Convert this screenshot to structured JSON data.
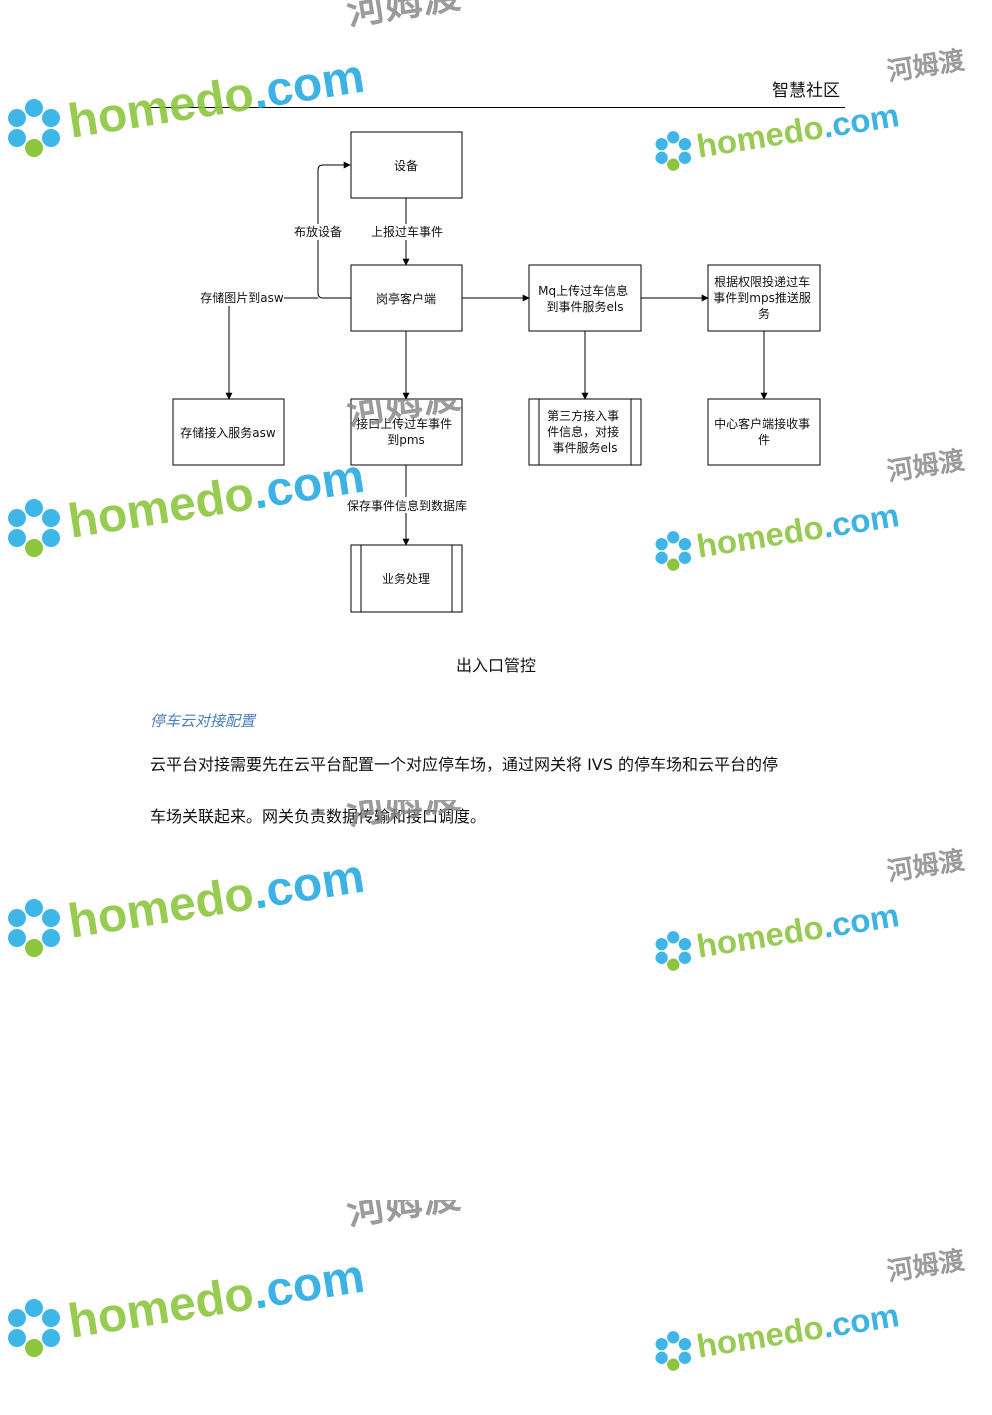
{
  "header": {
    "title": "智慧社区"
  },
  "watermark": {
    "brand": "homedo",
    "dot": ".",
    "tld": "com",
    "cn": "河姆渡",
    "colors": {
      "green": "#8cc63f",
      "blue": "#29abe2",
      "petal": "#3fb6e8"
    }
  },
  "diagram": {
    "nodes": {
      "device": "设备",
      "client": "岗亭客户端",
      "mq": [
        "Mq上传过车信息",
        "到事件服务els"
      ],
      "auth": [
        "根据权限投递过车",
        "事件到mps推送服",
        "务"
      ],
      "storage": "存储接入服务asw",
      "iface": [
        "接口上传过车事件",
        "到pms"
      ],
      "third": [
        "第三方接入事",
        "件信息，对接",
        "事件服务els"
      ],
      "center": [
        "中心客户端接收事",
        "件"
      ],
      "biz": "业务处理"
    },
    "edges": {
      "report": "上报过车事件",
      "deploy": "布放设备",
      "store_img": "存储图片到asw",
      "save_db": "保存事件信息到数据库"
    },
    "caption": "出入口管控"
  },
  "section": {
    "title": "停车云对接配置",
    "para_line1": "云平台对接需要先在云平台配置一个对应停车场，通过网关将 IVS 的停车场和云平台的停",
    "para_line2": "车场关联起来。网关负责数据传输和接口调度。"
  }
}
